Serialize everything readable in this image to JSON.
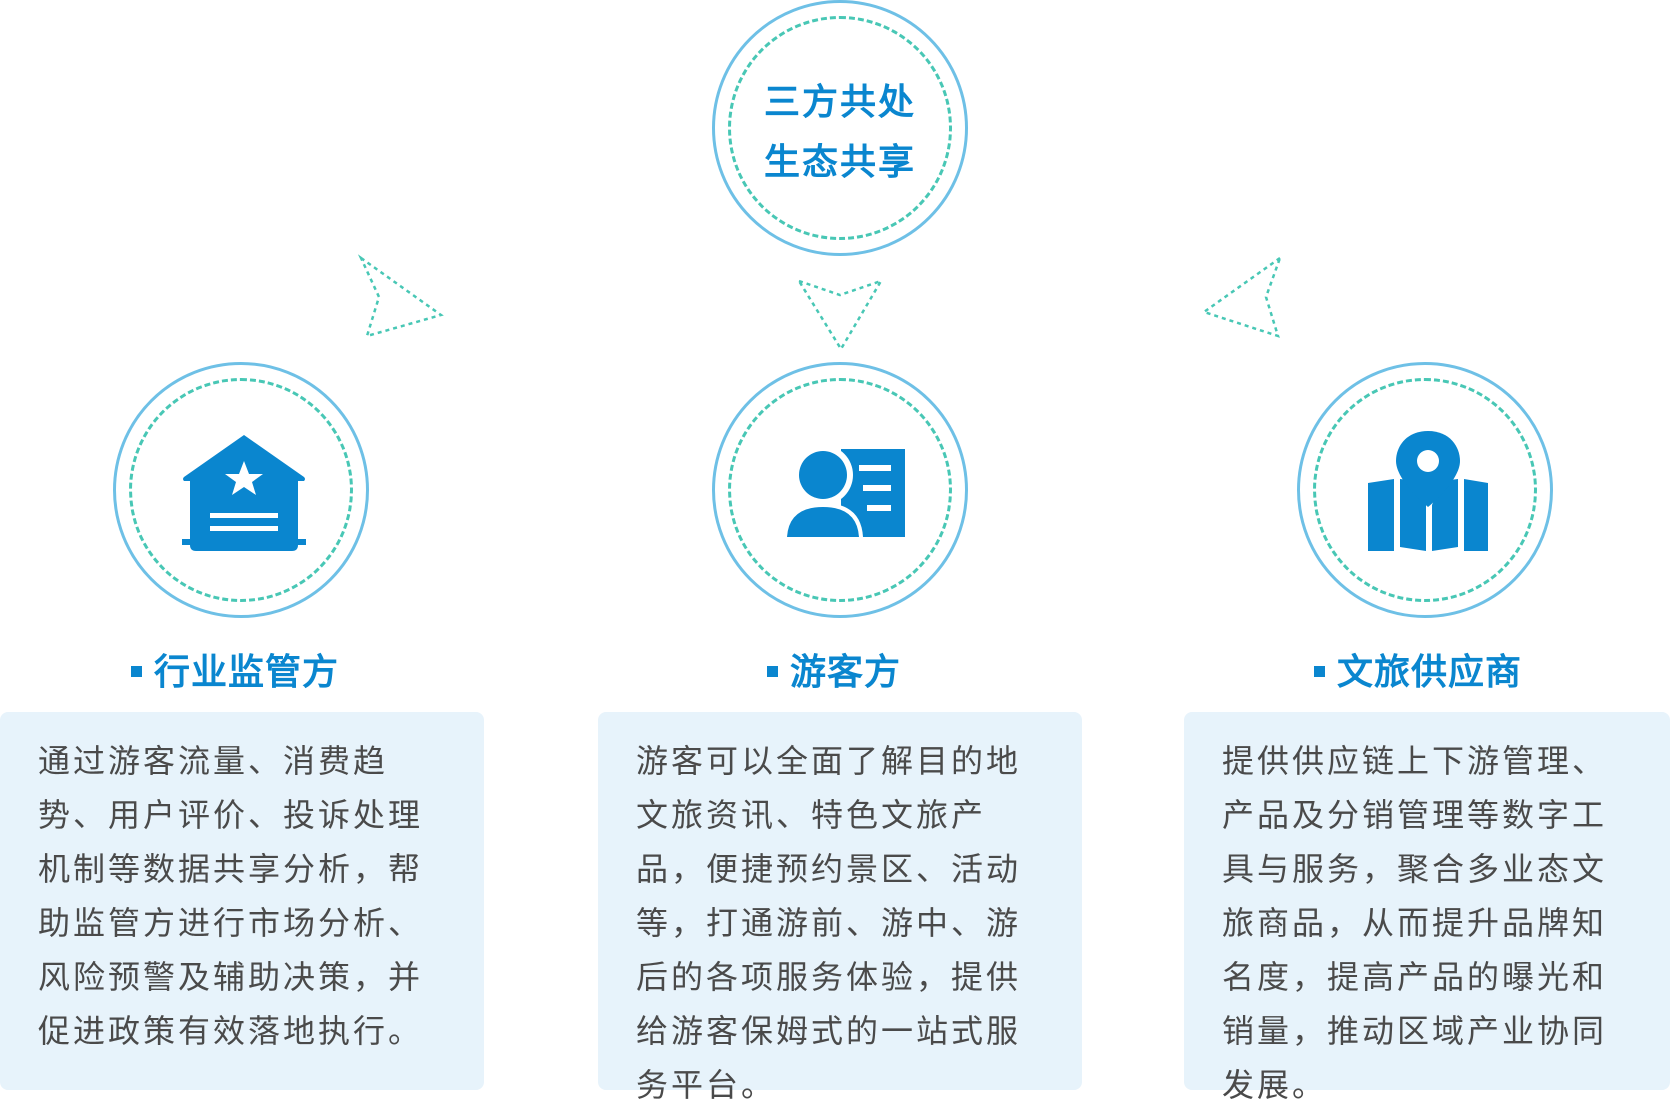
{
  "center": {
    "line1": "三方共处",
    "line2": "生态共享"
  },
  "nodes": [
    {
      "icon": "government-building-icon",
      "label": "行业监管方",
      "text": "通过游客流量、消费趋势、用户评价、投诉处理机制等数据共享分析，帮助监管方进行市场分析、风险预警及辅助决策，并促进政策有效落地执行。"
    },
    {
      "icon": "visitor-card-icon",
      "label": "游客方",
      "text": "游客可以全面了解目的地文旅资讯、特色文旅产品，便捷预约景区、活动等，打通游前、游中、游后的各项服务体验，提供给游客保姆式的一站式服务平台。"
    },
    {
      "icon": "map-pin-icon",
      "label": "文旅供应商",
      "text": "提供供应链上下游管理、产品及分销管理等数字工具与服务，聚合多业态文旅商品，从而提升品牌知名度，提高产品的曝光和销量，推动区域产业协同发展。"
    }
  ],
  "colors": {
    "primary": "#0a86cf",
    "circle_border": "#6ec0e6",
    "dashed_ring": "#48c7b5",
    "card_bg": "#e7f3fb",
    "body_text": "#4a4a4a"
  }
}
